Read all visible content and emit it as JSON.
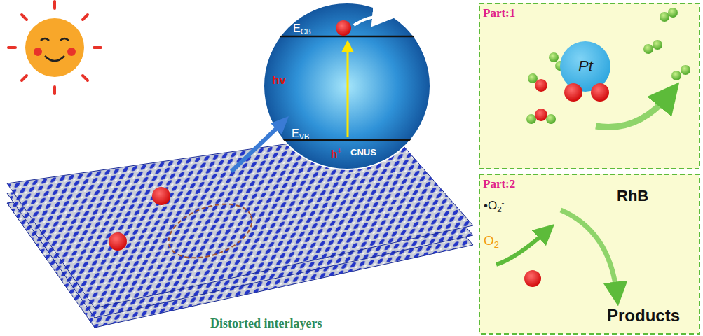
{
  "diagram": {
    "nodes": [
      {
        "text": [
          "ECB",
          "EVB",
          "hv",
          "h+",
          "CNUS"
        ]
      },
      {
        "text": [
          "Part:1"
        ]
      },
      {
        "text": [
          "Pt"
        ],
        "in": 1
      },
      {
        "text": [
          "Part:2"
        ]
      }
    ],
    "labels": [
      "•O2-",
      "O2",
      "RhB",
      "Products",
      "Distorted interlayers"
    ]
  }
}
